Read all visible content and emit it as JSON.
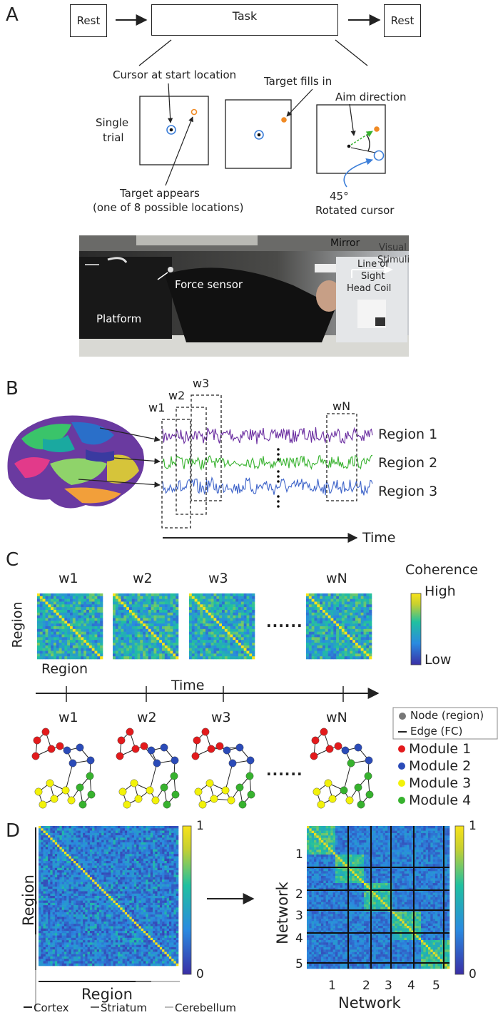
{
  "panels": {
    "a": "A",
    "b": "B",
    "c": "C",
    "d": "D"
  },
  "panelA": {
    "rest_left": "Rest",
    "task": "Task",
    "rest_right": "Rest",
    "cursor_start": "Cursor at start location",
    "target_fills": "Target fills in",
    "aim_direction": "Aim direction",
    "single_trial_1": "Single",
    "single_trial_2": "trial",
    "target_appears_1": "Target appears",
    "target_appears_2": "(one of 8 possible  locations)",
    "angle": "45°",
    "rotated_cursor": "Rotated cursor",
    "photo": {
      "mirror": "Mirror",
      "visual_1": "Visual",
      "visual_2": "Stimuli",
      "line_of_1": "Line of",
      "line_of_2": "Sight",
      "head_coil": "Head Coil",
      "force_sensor": "Force sensor",
      "platform": "Platform"
    }
  },
  "panelB": {
    "windows": [
      "w1",
      "w2",
      "w3",
      "wN"
    ],
    "regions": [
      "Region 1",
      "Region 2",
      "Region 3"
    ],
    "time": "Time"
  },
  "panelC": {
    "windows": [
      "w1",
      "w2",
      "w3",
      "wN"
    ],
    "ellipsis": "......",
    "region_y": "Region",
    "region_x": "Region",
    "coherence": "Coherence",
    "high": "High",
    "low": "Low",
    "time": "Time",
    "legend": {
      "node": "Node (region)",
      "edge": "Edge (FC)",
      "modules": [
        "Module 1",
        "Module 2",
        "Module 3",
        "Module 4"
      ]
    },
    "module_colors": [
      "#e31a1c",
      "#2b4bb8",
      "#f2f20a",
      "#37b22e"
    ]
  },
  "panelD": {
    "left_ylabel": "Region",
    "left_xlabel": "Region",
    "cbar_max": "1",
    "cbar_min": "0",
    "right_ylabel": "Network",
    "right_xlabel": "Network",
    "networks": [
      "1",
      "2",
      "3",
      "4",
      "5"
    ],
    "legend": [
      "Cortex",
      "Striatum",
      "Cerebellum"
    ]
  }
}
